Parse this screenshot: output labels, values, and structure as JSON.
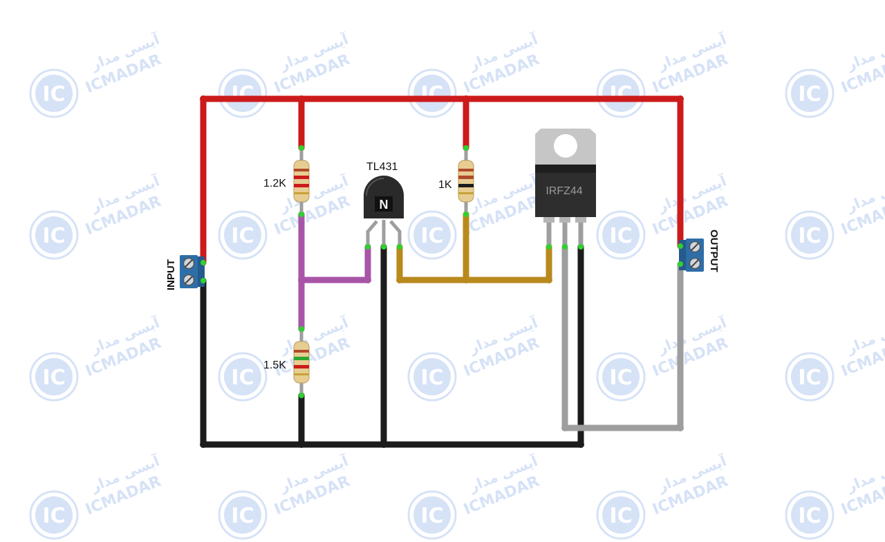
{
  "watermark": {
    "brand": "ICMADAR",
    "brand_fa": "آیسی مدار",
    "logo_text": "IC",
    "color": "#c9d9f4"
  },
  "labels": {
    "input": "INPUT",
    "output": "OUTPUT",
    "r1_value": "1.2K",
    "r2_value": "1.5K",
    "r3_value": "1K",
    "regulator": "TL431",
    "regulator_mark": "N",
    "mosfet": "IRFZ44"
  },
  "wire_colors": {
    "positive": "#cc1b1b",
    "ground": "#1c1c1c",
    "reference": "#a855a8",
    "gate": "#b8891c",
    "drain": "#9e9e9e"
  }
}
